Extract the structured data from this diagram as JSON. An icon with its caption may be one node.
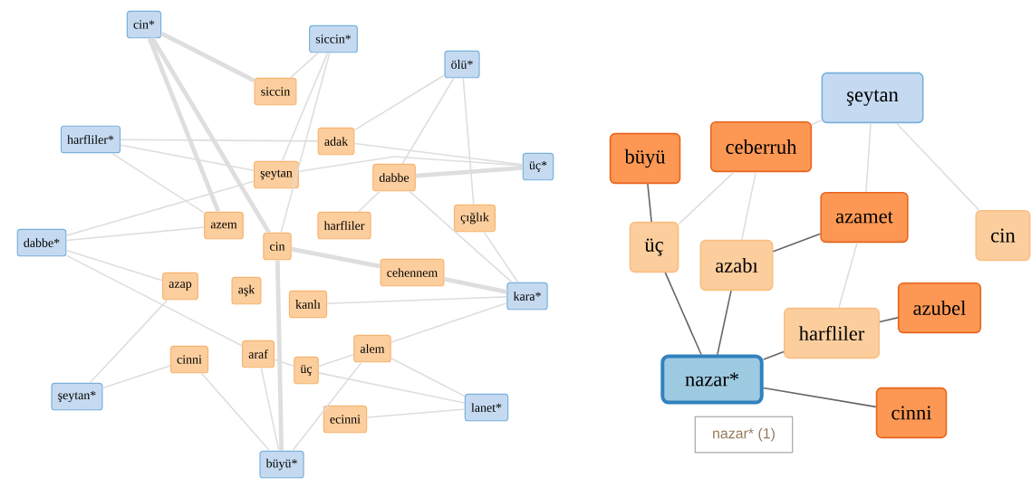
{
  "diagram": {
    "nodes": [
      {
        "text": [
          "cin*"
        ]
      },
      {
        "text": [
          "siccin*"
        ]
      },
      {
        "text": [
          "ölü*"
        ]
      },
      {
        "text": [
          "siccin"
        ]
      },
      {
        "text": [
          "harfliler*"
        ]
      },
      {
        "text": [
          "adak"
        ]
      },
      {
        "text": [
          "üç*"
        ]
      },
      {
        "text": [
          "şeytan"
        ]
      },
      {
        "text": [
          "dabbe"
        ]
      },
      {
        "text": [
          "çığlık"
        ]
      },
      {
        "text": [
          "azem"
        ]
      },
      {
        "text": [
          "dabbe*"
        ]
      },
      {
        "text": [
          "cin"
        ]
      },
      {
        "text": [
          "harfliler"
        ]
      },
      {
        "text": [
          "cehennem"
        ]
      },
      {
        "text": [
          "kara*"
        ]
      },
      {
        "text": [
          "azap"
        ]
      },
      {
        "text": [
          "aşk"
        ]
      },
      {
        "text": [
          "kanlı"
        ]
      },
      {
        "text": [
          "alem"
        ]
      },
      {
        "text": [
          "cinni"
        ]
      },
      {
        "text": [
          "araf"
        ]
      },
      {
        "text": [
          "üç"
        ]
      },
      {
        "text": [
          "şeytan*"
        ]
      },
      {
        "text": [
          "lanet*"
        ]
      },
      {
        "text": [
          "ecinni"
        ]
      },
      {
        "text": [
          "büyü*"
        ]
      },
      {
        "text": [
          "şeytan"
        ]
      },
      {
        "text": [
          "büyü"
        ]
      },
      {
        "text": [
          "ceberruh"
        ]
      },
      {
        "text": [
          "azamet"
        ]
      },
      {
        "text": [
          "cin"
        ]
      },
      {
        "text": [
          "üç"
        ]
      },
      {
        "text": [
          "azabı"
        ]
      },
      {
        "text": [
          "azubel"
        ]
      },
      {
        "text": [
          "harfliler"
        ]
      },
      {
        "text": [
          "nazar*"
        ]
      },
      {
        "text": [
          "cinni"
        ]
      },
      {
        "text": [
          "nazar* (1)"
        ]
      }
    ],
    "edges": [
      {
        "from": 0,
        "to": 12,
        "arrow": "none",
        "style": "thick"
      },
      {
        "from": 0,
        "to": 10,
        "arrow": "none",
        "style": "thick"
      },
      {
        "from": 0,
        "to": 3,
        "arrow": "none",
        "style": "thick"
      },
      {
        "from": 1,
        "to": 3,
        "arrow": "none"
      },
      {
        "from": 1,
        "to": 7,
        "arrow": "none"
      },
      {
        "from": 1,
        "to": 12,
        "arrow": "none"
      },
      {
        "from": 2,
        "to": 5,
        "arrow": "none"
      },
      {
        "from": 2,
        "to": 8,
        "arrow": "none"
      },
      {
        "from": 2,
        "to": 9,
        "arrow": "none"
      },
      {
        "from": 4,
        "to": 5,
        "arrow": "none"
      },
      {
        "from": 4,
        "to": 7,
        "arrow": "none"
      },
      {
        "from": 4,
        "to": 10,
        "arrow": "none"
      },
      {
        "from": 6,
        "to": 5,
        "arrow": "none"
      },
      {
        "from": 6,
        "to": 7,
        "arrow": "none"
      },
      {
        "from": 6,
        "to": 8,
        "arrow": "none",
        "style": "thick"
      },
      {
        "from": 11,
        "to": 7,
        "arrow": "none"
      },
      {
        "from": 11,
        "to": 10,
        "arrow": "none"
      },
      {
        "from": 11,
        "to": 16,
        "arrow": "none"
      },
      {
        "from": 11,
        "to": 21,
        "arrow": "none"
      },
      {
        "from": 15,
        "to": 14,
        "arrow": "none",
        "style": "thick"
      },
      {
        "from": 15,
        "to": 18,
        "arrow": "none"
      },
      {
        "from": 15,
        "to": 19,
        "arrow": "none"
      },
      {
        "from": 15,
        "to": 9,
        "arrow": "none"
      },
      {
        "from": 15,
        "to": 8,
        "arrow": "none"
      },
      {
        "from": 23,
        "to": 20,
        "arrow": "none"
      },
      {
        "from": 23,
        "to": 16,
        "arrow": "none"
      },
      {
        "from": 24,
        "to": 25,
        "arrow": "none"
      },
      {
        "from": 24,
        "to": 22,
        "arrow": "none"
      },
      {
        "from": 24,
        "to": 19,
        "arrow": "none"
      },
      {
        "from": 26,
        "to": 20,
        "arrow": "none"
      },
      {
        "from": 26,
        "to": 21,
        "arrow": "none"
      },
      {
        "from": 26,
        "to": 19,
        "arrow": "none"
      },
      {
        "from": 26,
        "to": 12,
        "arrow": "none",
        "style": "thick"
      },
      {
        "from": 12,
        "to": 14,
        "arrow": "none",
        "style": "thick"
      },
      {
        "from": 8,
        "to": 13,
        "arrow": "none"
      },
      {
        "from": 21,
        "to": 22,
        "arrow": "none"
      },
      {
        "from": 22,
        "to": 19,
        "arrow": "none"
      },
      {
        "from": 27,
        "to": 29,
        "arrow": "none"
      },
      {
        "from": 27,
        "to": 30,
        "arrow": "none"
      },
      {
        "from": 30,
        "to": 35,
        "arrow": "none"
      },
      {
        "from": 27,
        "to": 31,
        "arrow": "none"
      },
      {
        "from": 29,
        "to": 32,
        "arrow": "none"
      },
      {
        "from": 29,
        "to": 33,
        "arrow": "none"
      },
      {
        "from": 28,
        "to": 32,
        "arrow": "none",
        "color": "#666666"
      },
      {
        "from": 36,
        "to": 32,
        "arrow": "none",
        "color": "#666666"
      },
      {
        "from": 36,
        "to": 33,
        "arrow": "none",
        "color": "#666666"
      },
      {
        "from": 33,
        "to": 30,
        "arrow": "none",
        "color": "#666666"
      },
      {
        "from": 36,
        "to": 35,
        "arrow": "none",
        "color": "#666666"
      },
      {
        "from": 35,
        "to": 34,
        "arrow": "none",
        "color": "#666666"
      },
      {
        "from": 36,
        "to": 37,
        "arrow": "none",
        "color": "#666666"
      }
    ]
  }
}
